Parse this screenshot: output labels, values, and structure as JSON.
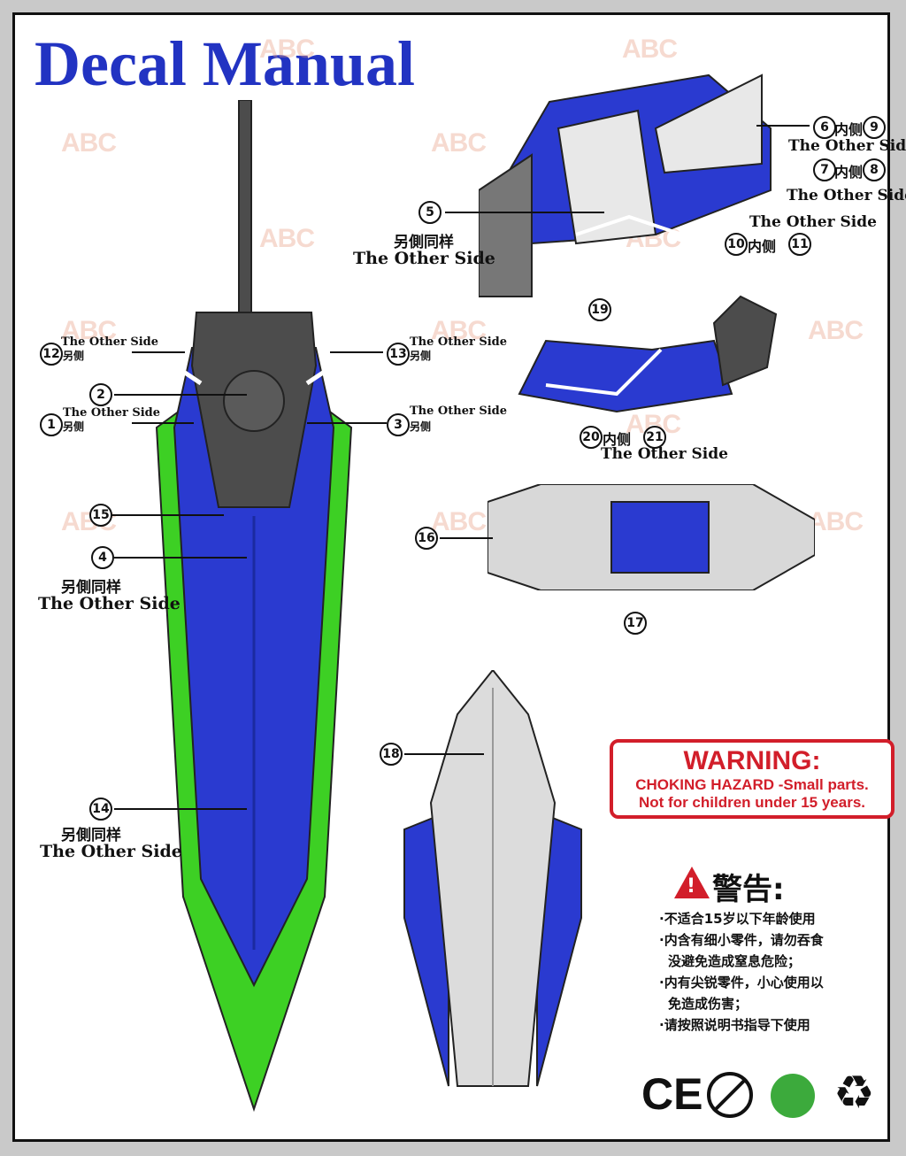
{
  "title": "Decal Manual",
  "watermark_text": "ABC",
  "labels": {
    "other_side": "The Other Side",
    "cn_same": "另側同样",
    "cn_inner": "内侧",
    "cn_other": "另侧"
  },
  "callouts": [
    "1",
    "2",
    "3",
    "4",
    "5",
    "6",
    "7",
    "8",
    "9",
    "10",
    "11",
    "12",
    "13",
    "14",
    "15",
    "16",
    "17",
    "18",
    "19",
    "20",
    "21"
  ],
  "warning": {
    "title": "WARNING:",
    "line1": "CHOKING HAZARD -Small parts.",
    "line2": "Not for children under 15 years."
  },
  "cn_warning": {
    "title": "警告:",
    "items": [
      "·不适合15岁以下年龄使用",
      "·内含有细小零件，请勿吞食",
      "没避免造成窒息危险；",
      "·内有尖锐零件，小心使用以",
      "免造成伤害；",
      "·请按照说明书指导下使用"
    ]
  },
  "icons": [
    "ce-mark",
    "no-small-children-icon",
    "green-dot-icon",
    "recycle-icon"
  ],
  "colors": {
    "blue": "#2a3ad0",
    "green": "#3dd024",
    "grey": "#4c4c4c",
    "red": "#d21e2a",
    "title": "#2233c2"
  }
}
